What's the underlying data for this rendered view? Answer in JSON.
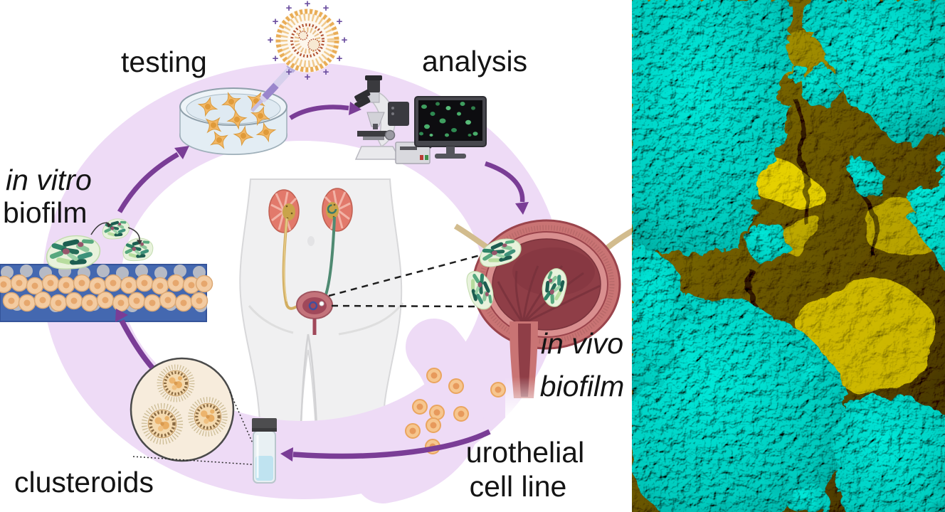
{
  "figure": {
    "workflow_labels": {
      "testing": "testing",
      "analysis": "analysis",
      "in_vitro_line1": "in vitro",
      "in_vitro_line2": "biofilm",
      "in_vivo_line1": "in vivo",
      "in_vivo_line2": "biofilm",
      "clusteroids": "clusteroids",
      "urothelial_line1": "urothelial",
      "urothelial_line2": "cell line"
    },
    "cycle_stages": [
      "urothelial cell line",
      "clusteroids",
      "in vitro biofilm",
      "testing",
      "analysis",
      "in vivo biofilm"
    ],
    "plus_symbol": "+",
    "colors": {
      "cycle_band": "#eedbf6",
      "arrow_purple": "#7a3d96",
      "label_text": "#141414",
      "sem_bacteria_teal": "#15bdb2",
      "sem_cell_yellow": "#d8c400"
    }
  }
}
